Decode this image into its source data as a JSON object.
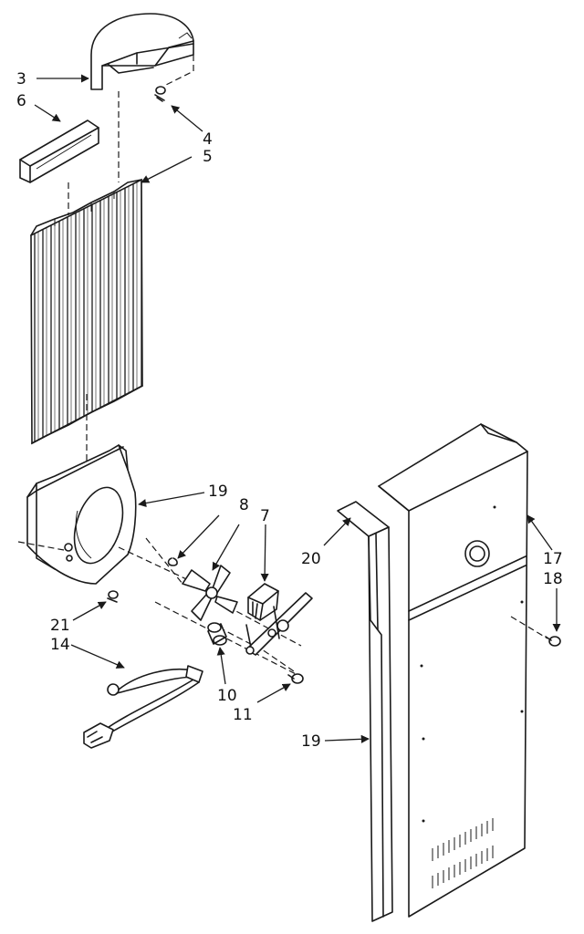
{
  "callouts": {
    "c3": "3",
    "c6": "6",
    "c4": "4",
    "c5": "5",
    "c19_top": "19",
    "c8": "8",
    "c7": "7",
    "c20": "20",
    "c17": "17",
    "c18": "18",
    "c21": "21",
    "c14": "14",
    "c10": "10",
    "c11": "11",
    "c19_bottom": "19"
  }
}
